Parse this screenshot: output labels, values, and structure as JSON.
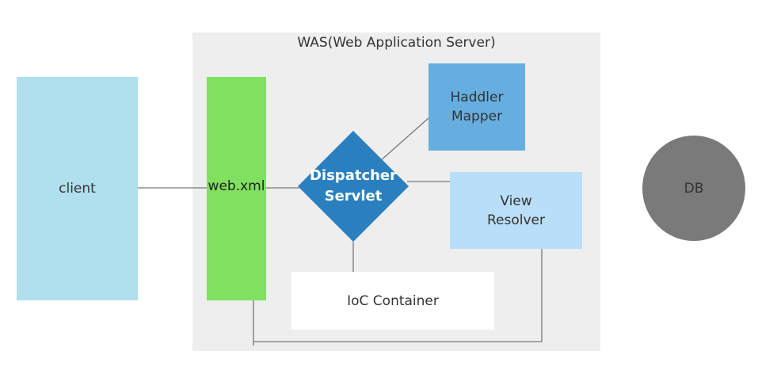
{
  "diagram": {
    "container": {
      "title": "WAS(Web Application Server)"
    },
    "nodes": {
      "client": "client",
      "web_xml": "web.xml",
      "dispatcher_servlet": "Dispatcher\nServlet",
      "handler_mapper": "Haddler\nMapper",
      "view_resolver": "View\nResolver",
      "ioc_container": "IoC Container",
      "db": "DB"
    },
    "colors": {
      "container_bg": "#eeeeee",
      "client": "#b0dfee",
      "web_xml": "#80e060",
      "dispatcher_servlet": "#2a80bf",
      "handler_mapper": "#66aedf",
      "view_resolver": "#b8def8",
      "ioc_container": "#ffffff",
      "db": "#7a7a7a",
      "connector": "#777777"
    },
    "connections": [
      [
        "client",
        "web_xml"
      ],
      [
        "web_xml",
        "dispatcher_servlet"
      ],
      [
        "dispatcher_servlet",
        "handler_mapper"
      ],
      [
        "dispatcher_servlet",
        "view_resolver"
      ],
      [
        "dispatcher_servlet",
        "ioc_container"
      ],
      [
        "view_resolver",
        "web_xml"
      ]
    ]
  }
}
